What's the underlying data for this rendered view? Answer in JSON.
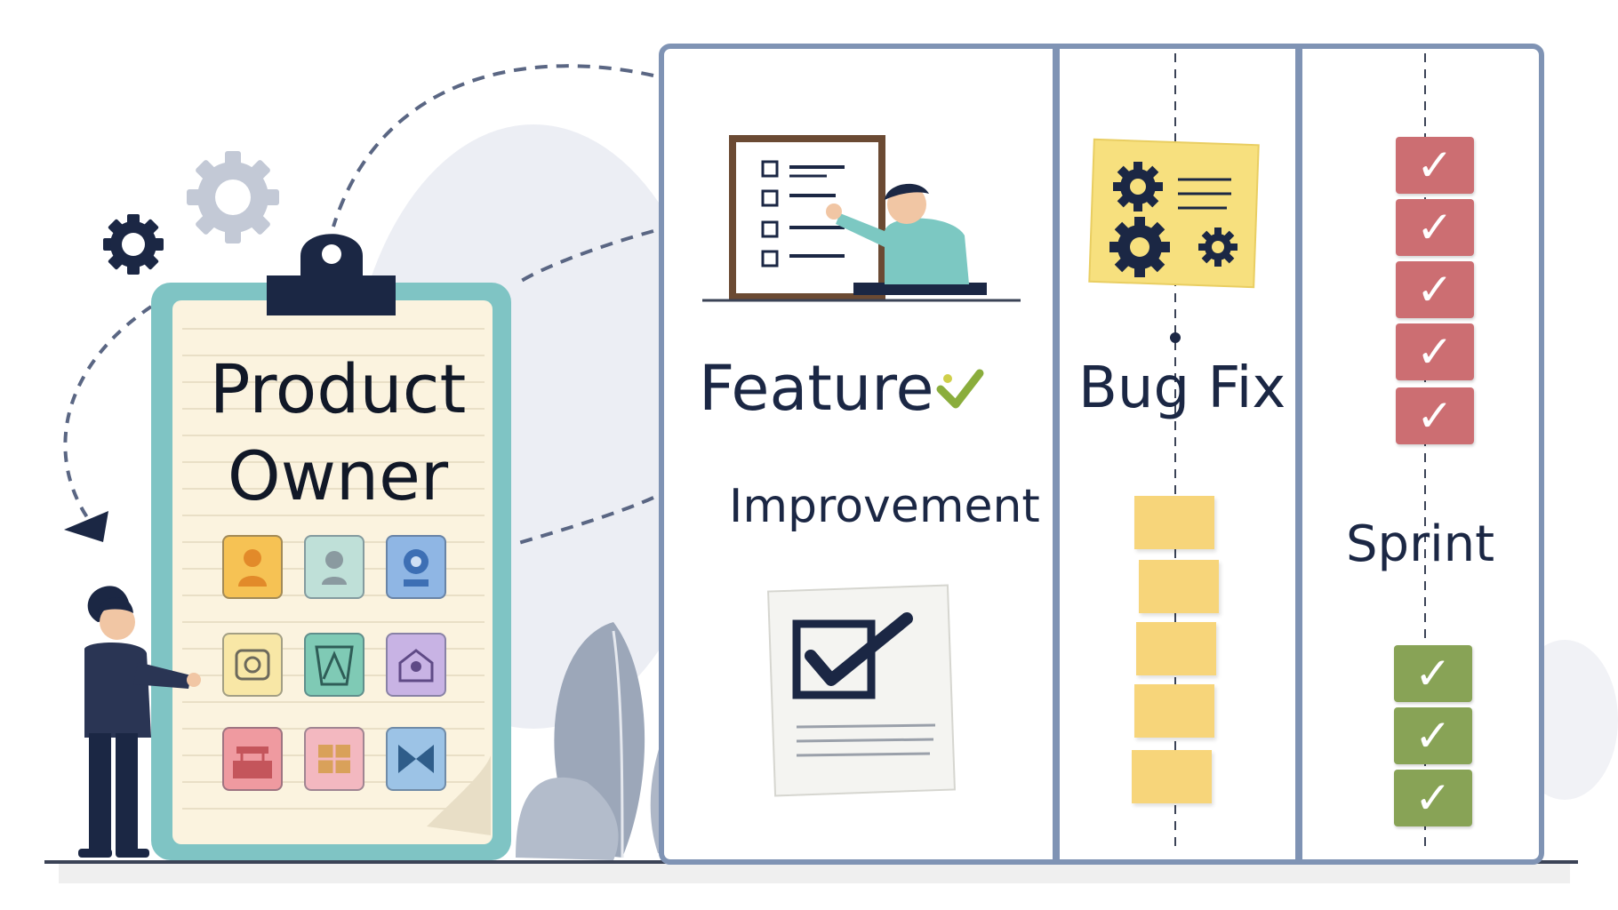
{
  "clipboard": {
    "title_line1": "Product",
    "title_line2": "Owner"
  },
  "columns": {
    "feature": {
      "label": "Feature"
    },
    "improvement": {
      "label": "Improvement"
    },
    "bug_fix": {
      "label": "Bug Fix"
    },
    "sprint": {
      "label": "Sprint"
    }
  },
  "checkmark_glyph": "✓",
  "icons": {
    "clipboard_tiles": [
      "user-icon",
      "profile-icon",
      "location-icon",
      "target-icon",
      "map-icon",
      "team-icon",
      "toolbox-icon",
      "grid-icon",
      "bowtie-icon"
    ],
    "gears": [
      "gear-icon-dark",
      "gear-icon-light"
    ]
  },
  "colors": {
    "navy": "#1b2744",
    "teal_border": "#7fc4c4",
    "paper": "#fbf3df",
    "board_border": "#7f93b4",
    "sticky_note": "#f7d57a",
    "check_red": "#cc6e72",
    "check_green": "#88a356"
  },
  "sprint": {
    "red_checks": 5,
    "green_checks": 3
  },
  "bug_fix": {
    "sticky_notes": 5
  }
}
